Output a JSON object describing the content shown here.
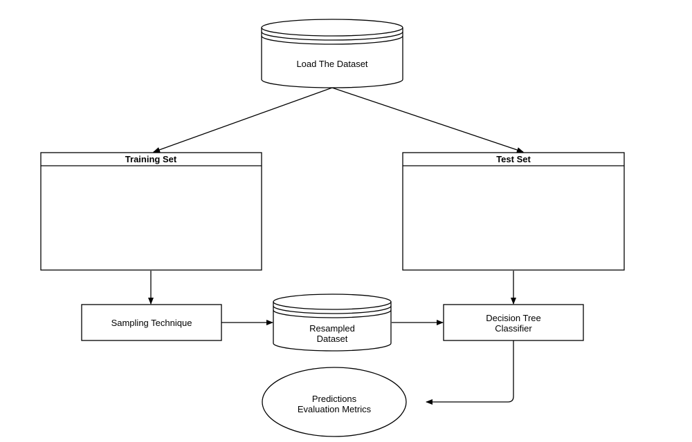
{
  "nodes": {
    "load_dataset": {
      "label": "Load The Dataset",
      "shape": "cylinder"
    },
    "training_set": {
      "label": "Training Set",
      "shape": "container"
    },
    "test_set": {
      "label": "Test Set",
      "shape": "container"
    },
    "sampling_technique": {
      "label": "Sampling Technique",
      "shape": "rectangle"
    },
    "resampled_dataset": {
      "label_lines": [
        "Resampled",
        "Dataset"
      ],
      "shape": "cylinder"
    },
    "decision_tree": {
      "label_lines": [
        "Decision Tree",
        "Classifier"
      ],
      "shape": "rectangle"
    },
    "predictions": {
      "label_lines": [
        "Predictions",
        "Evaluation Metrics"
      ],
      "shape": "ellipse"
    }
  },
  "edges": [
    {
      "from": "load_dataset",
      "to": "training_set"
    },
    {
      "from": "load_dataset",
      "to": "test_set"
    },
    {
      "from": "training_set",
      "to": "sampling_technique"
    },
    {
      "from": "sampling_technique",
      "to": "resampled_dataset"
    },
    {
      "from": "resampled_dataset",
      "to": "decision_tree"
    },
    {
      "from": "test_set",
      "to": "decision_tree"
    },
    {
      "from": "decision_tree",
      "to": "predictions"
    }
  ],
  "colors": {
    "stroke": "#000000",
    "fill": "#ffffff",
    "background": "#ffffff"
  }
}
